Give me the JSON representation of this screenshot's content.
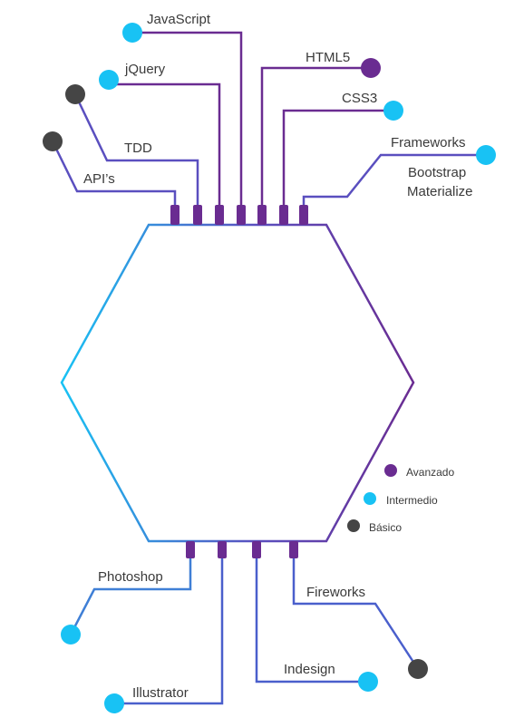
{
  "colors": {
    "avanzado": "#6a2c91",
    "intermedio": "#18c2f4",
    "basico": "#454545",
    "text": "#3a3a3a"
  },
  "skills": [
    {
      "id": "javascript",
      "label": "JavaScript",
      "level": "intermedio"
    },
    {
      "id": "jquery",
      "label": "jQuery",
      "level": "intermedio"
    },
    {
      "id": "tdd",
      "label": "TDD",
      "level": "basico"
    },
    {
      "id": "apis",
      "label": "API’s",
      "level": "basico"
    },
    {
      "id": "html5",
      "label": "HTML5",
      "level": "avanzado"
    },
    {
      "id": "css3",
      "label": "CSS3",
      "level": "intermedio"
    },
    {
      "id": "frameworks",
      "label": "Frameworks",
      "sub": [
        "Bootstrap",
        "Materialize"
      ],
      "level": "intermedio"
    },
    {
      "id": "photoshop",
      "label": "Photoshop",
      "level": "intermedio"
    },
    {
      "id": "illustrator",
      "label": "Illustrator",
      "level": "intermedio"
    },
    {
      "id": "indesign",
      "label": "Indesign",
      "level": "intermedio"
    },
    {
      "id": "fireworks",
      "label": "Fireworks",
      "level": "basico"
    }
  ],
  "legend": {
    "avanzado": "Avanzado",
    "intermedio": "Intermedio",
    "basico": "Básico"
  }
}
